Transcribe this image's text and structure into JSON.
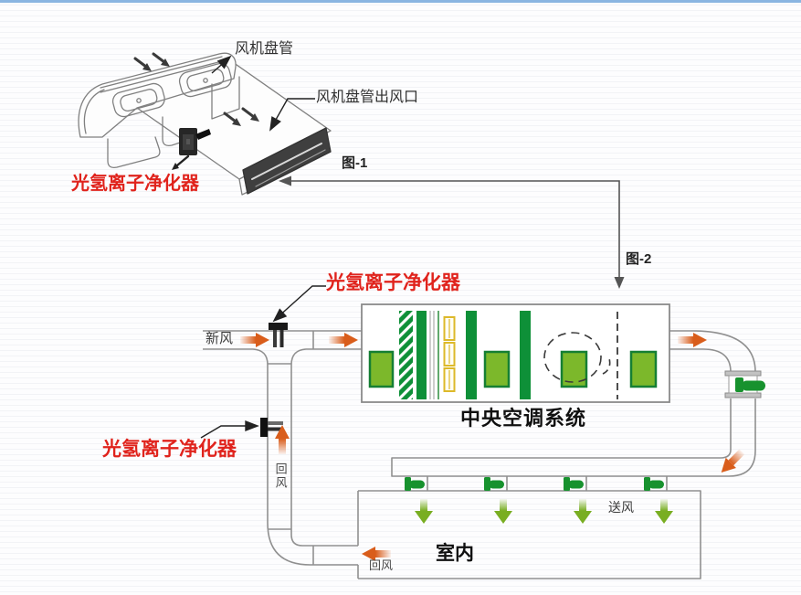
{
  "page": {
    "top_bar_color": "#8ab5e1",
    "background": "#fdfdfe"
  },
  "colors": {
    "red_label": "#e0231c",
    "orange_arrow": "#d95d1b",
    "green_square_fill": "#7cb82b",
    "green_square_border": "#157f33",
    "green_bar": "#0e9038",
    "green_arrow": "#79ae22",
    "diffuser_green": "#17922e",
    "heater_yellow": "#ddb92a",
    "duct_line_gray": "#909090"
  },
  "figure1": {
    "fan_coil_label": "风机盘管",
    "outlet_label": "风机盘管出风口",
    "purifier_label": "光氢离子净化器",
    "caption": "图-1"
  },
  "figure2": {
    "caption": "图-2",
    "purifier_top_label": "光氢离子净化器",
    "purifier_left_label": "光氢离子净化器",
    "fresh_air_label": "新风",
    "ahu_label": "中央空调系统",
    "return_duct_label": "回风",
    "supply_air_label": "送风",
    "indoor_label": "室内",
    "indoor_return_label": "回风"
  }
}
